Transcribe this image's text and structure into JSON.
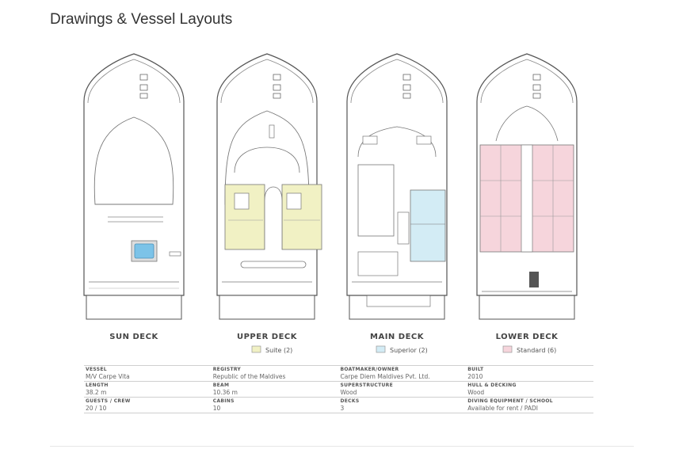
{
  "page": {
    "title": "Drawings & Vessel Layouts"
  },
  "decks": [
    {
      "label": "SUN DECK"
    },
    {
      "label": "UPPER DECK"
    },
    {
      "label": "MAIN DECK"
    },
    {
      "label": "LOWER DECK"
    }
  ],
  "legend": [
    {
      "label": "Suite (2)",
      "color": "#f1f1c4"
    },
    {
      "label": "Superior (2)",
      "color": "#d3ecf5"
    },
    {
      "label": "Standard (6)",
      "color": "#f6d5dc"
    }
  ],
  "specs": {
    "vessel": {
      "label": "VESSEL",
      "value": "M/V Carpe Vita"
    },
    "registry": {
      "label": "REGISTRY",
      "value": "Republic of the Maldives"
    },
    "boatmaker": {
      "label": "BOATMAKER/OWNER",
      "value": "Carpe Diem Maldives Pvt. Ltd."
    },
    "built": {
      "label": "BUILT",
      "value": "2010"
    },
    "length": {
      "label": "LENGTH",
      "value": "38.2 m"
    },
    "beam": {
      "label": "BEAM",
      "value": "10.36 m"
    },
    "superstructure": {
      "label": "SUPERSTRUCTURE",
      "value": "Wood"
    },
    "hull": {
      "label": "HULL & DECKING",
      "value": "Wood"
    },
    "guests": {
      "label": "GUESTS / CREW",
      "value": "20 / 10"
    },
    "cabins": {
      "label": "CABINS",
      "value": "10"
    },
    "decks": {
      "label": "DECKS",
      "value": "3"
    },
    "diving": {
      "label": "DIVING EQUIPMENT / SCHOOL",
      "value": "Available for rent / PADI"
    }
  }
}
